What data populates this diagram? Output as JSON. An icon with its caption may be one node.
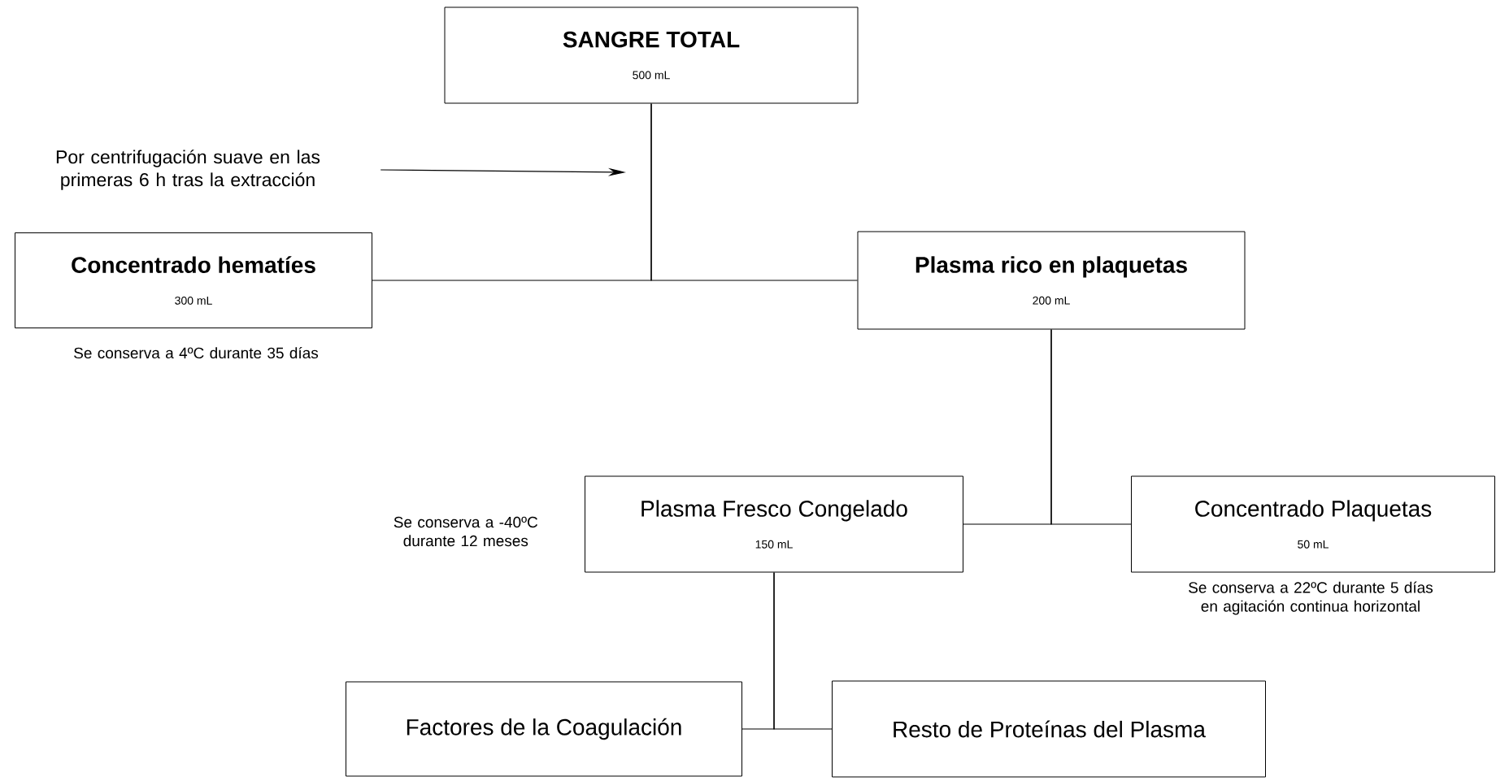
{
  "diagram": {
    "nodes": [
      {
        "text": [
          "SANGRE TOTAL",
          "500 mL"
        ]
      },
      {
        "text": [
          "Por centrifugación suave en las primeras 6 h tras la extracción"
        ]
      },
      {
        "text": [
          "Concentrado hematíes",
          "300 mL"
        ],
        "beside": [
          "Se conserva a 4ºC durante 35 días"
        ]
      },
      {
        "text": [
          "Plasma rico en plaquetas",
          "200 mL"
        ]
      },
      {
        "text": [
          "Plasma Fresco Congelado",
          "150 mL"
        ],
        "beside": [
          "Se conserva a -40ºC durante 12 meses"
        ]
      },
      {
        "text": [
          "Concentrado Plaquetas",
          "50 mL"
        ],
        "beside": [
          "Se conserva a 22ºC durante 5 días en agitación continua horizontal"
        ]
      },
      {
        "text": [
          "Factores de la Coagulación"
        ]
      },
      {
        "text": [
          "Resto de Proteínas del Plasma"
        ]
      }
    ],
    "edges": [
      {
        "from": 1,
        "to": null,
        "arrow": "to"
      },
      {
        "from": 0,
        "to": 2,
        "arrow": "none"
      },
      {
        "from": 0,
        "to": 3,
        "arrow": "none"
      },
      {
        "from": 3,
        "to": 4,
        "arrow": "none"
      },
      {
        "from": 3,
        "to": 5,
        "arrow": "none"
      },
      {
        "from": 4,
        "to": 6,
        "arrow": "none"
      },
      {
        "from": 4,
        "to": 7,
        "arrow": "none"
      }
    ]
  }
}
